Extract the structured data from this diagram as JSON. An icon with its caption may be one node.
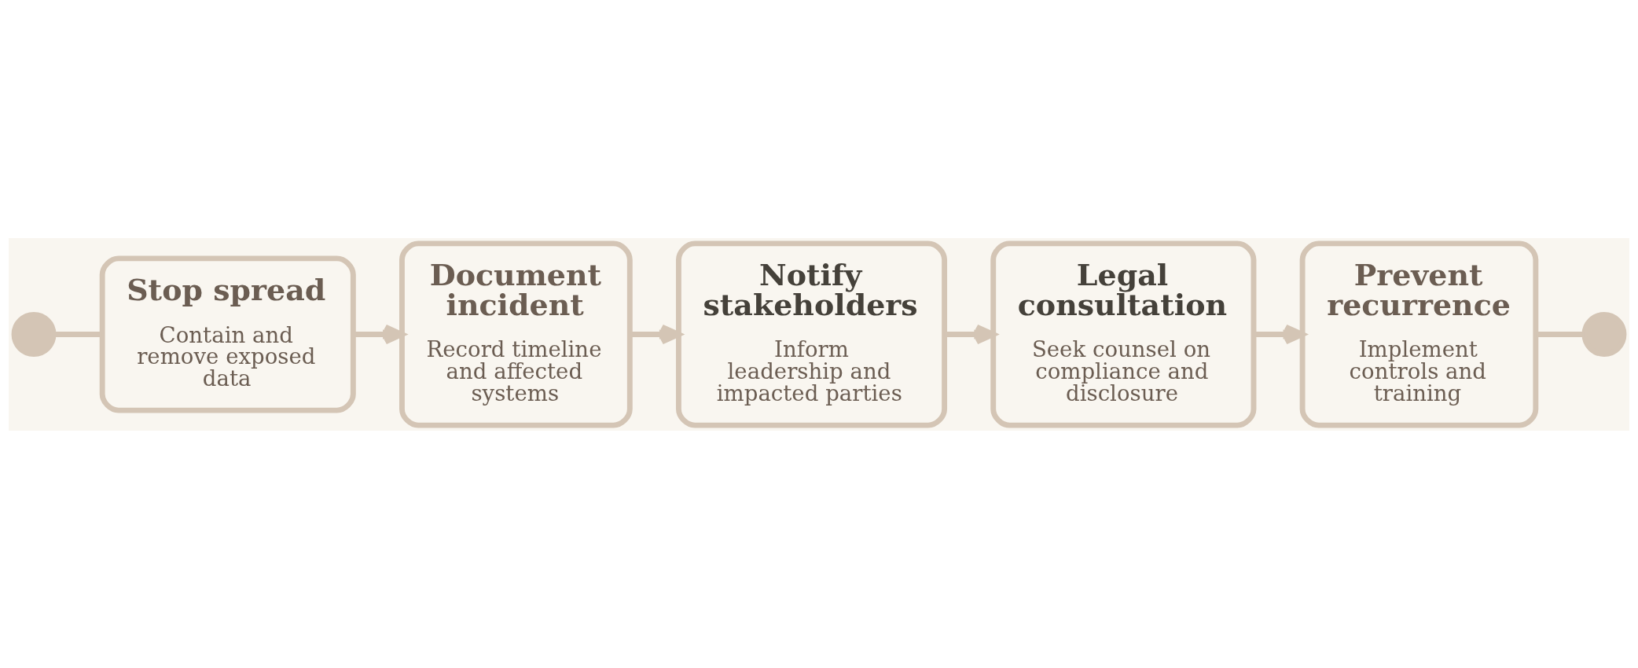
{
  "diagram": {
    "nodes": [
      {
        "text": [],
        "shape": "circle"
      },
      {
        "text": [
          "Stop spread",
          "Contain and remove exposed data"
        ]
      },
      {
        "text": [
          "Document incident",
          "Record timeline and affected systems"
        ]
      },
      {
        "text": [
          "Notify stakeholders",
          "Inform leadership and impacted parties"
        ]
      },
      {
        "text": [
          "Legal consultation",
          "Seek counsel on compliance and disclosure"
        ]
      },
      {
        "text": [
          "Prevent recurrence",
          "Implement controls and training"
        ]
      },
      {
        "text": [],
        "shape": "circle"
      }
    ],
    "edges": [
      {
        "from": 0,
        "to": 1,
        "arrow": "none"
      },
      {
        "from": 1,
        "to": 2,
        "arrow": "to"
      },
      {
        "from": 2,
        "to": 3,
        "arrow": "to"
      },
      {
        "from": 3,
        "to": 4,
        "arrow": "to"
      },
      {
        "from": 4,
        "to": 5,
        "arrow": "to"
      },
      {
        "from": 5,
        "to": 6,
        "arrow": "none"
      }
    ]
  }
}
